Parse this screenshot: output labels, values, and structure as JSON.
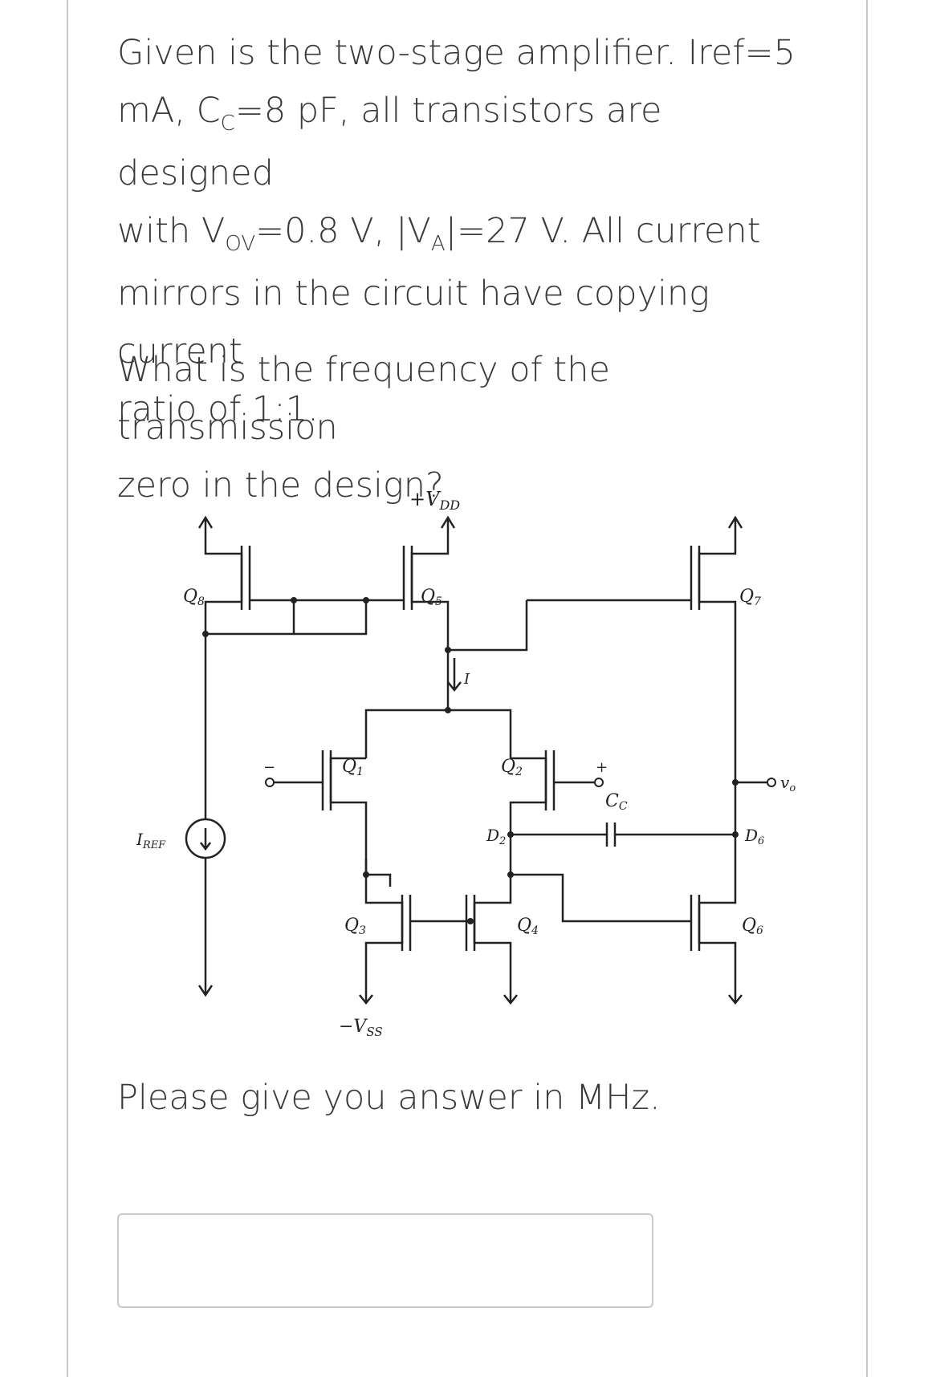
{
  "question": {
    "l1a": "Given is the two-stage amplifier. Iref=5",
    "l2a": "mA, C",
    "l2sub": "C",
    "l2b": "=8 pF, all transistors are designed",
    "l3a": "with V",
    "l3sub1": "OV",
    "l3b": "=0.8 V, |V",
    "l3sub2": "A",
    "l3c": "|=27 V. All current",
    "l4": "mirrors in the circuit have copying current",
    "l5": "ratio of 1:1.",
    "ask1": "What is the frequency of the transmission",
    "ask2": "zero in the design?",
    "units": "Please give you answer in MHz."
  },
  "answer": {
    "value": ""
  },
  "schematic": {
    "vdd": "+V",
    "vdd_sub": "DD",
    "vss": "−V",
    "vss_sub": "SS",
    "q8": "Q",
    "q8s": "8",
    "q5": "Q",
    "q5s": "5",
    "q7": "Q",
    "q7s": "7",
    "q1": "Q",
    "q1s": "1",
    "q2": "Q",
    "q2s": "2",
    "q3": "Q",
    "q3s": "3",
    "q4": "Q",
    "q4s": "4",
    "q6": "Q",
    "q6s": "6",
    "iref": "I",
    "iref_s": "REF",
    "i": "I",
    "cc": "C",
    "cc_s": "C",
    "d2": "D",
    "d2s": "2",
    "d6": "D",
    "d6s": "6",
    "vo": "v",
    "vo_s": "o",
    "minus": "−",
    "plus": "+"
  }
}
